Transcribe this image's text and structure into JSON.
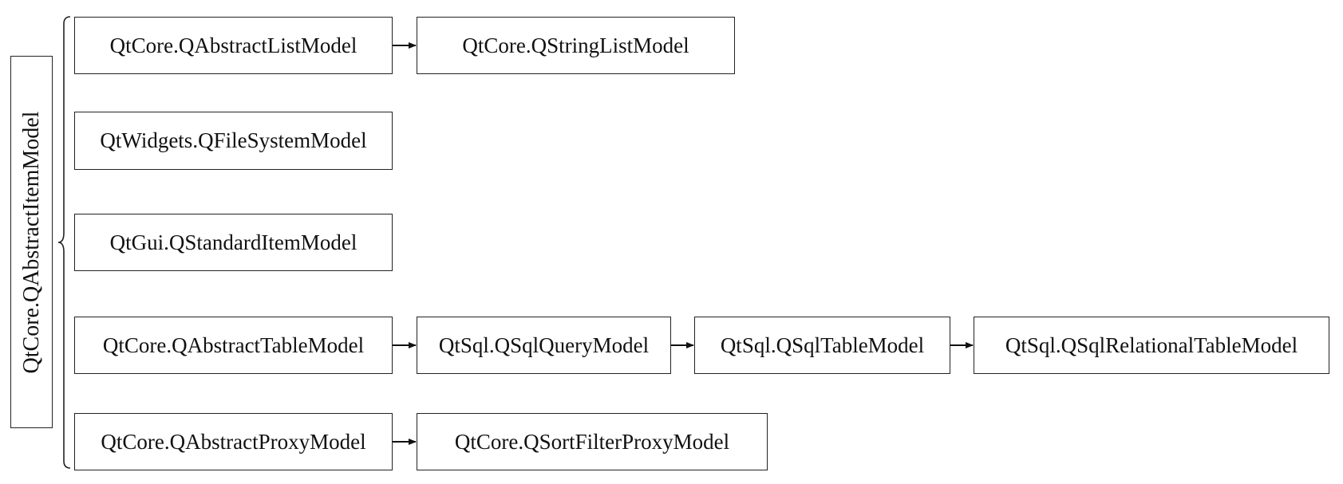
{
  "root": {
    "label": "QtCore.QAbstractItemModel"
  },
  "nodes": {
    "abstract_list_model": "QtCore.QAbstractListModel",
    "string_list_model": "QtCore.QStringListModel",
    "file_system_model": "QtWidgets.QFileSystemModel",
    "standard_item_model": "QtGui.QStandardItemModel",
    "abstract_table_model": "QtCore.QAbstractTableModel",
    "sql_query_model": "QtSql.QSqlQueryModel",
    "sql_table_model": "QtSql.QSqlTableModel",
    "sql_relational_table_model": "QtSql.QSqlRelationalTableModel",
    "abstract_proxy_model": "QtCore.QAbstractProxyModel",
    "sort_filter_proxy_model": "QtCore.QSortFilterProxyModel"
  },
  "edges": [
    [
      "abstract_list_model",
      "string_list_model"
    ],
    [
      "abstract_table_model",
      "sql_query_model"
    ],
    [
      "sql_query_model",
      "sql_table_model"
    ],
    [
      "sql_table_model",
      "sql_relational_table_model"
    ],
    [
      "abstract_proxy_model",
      "sort_filter_proxy_model"
    ]
  ]
}
